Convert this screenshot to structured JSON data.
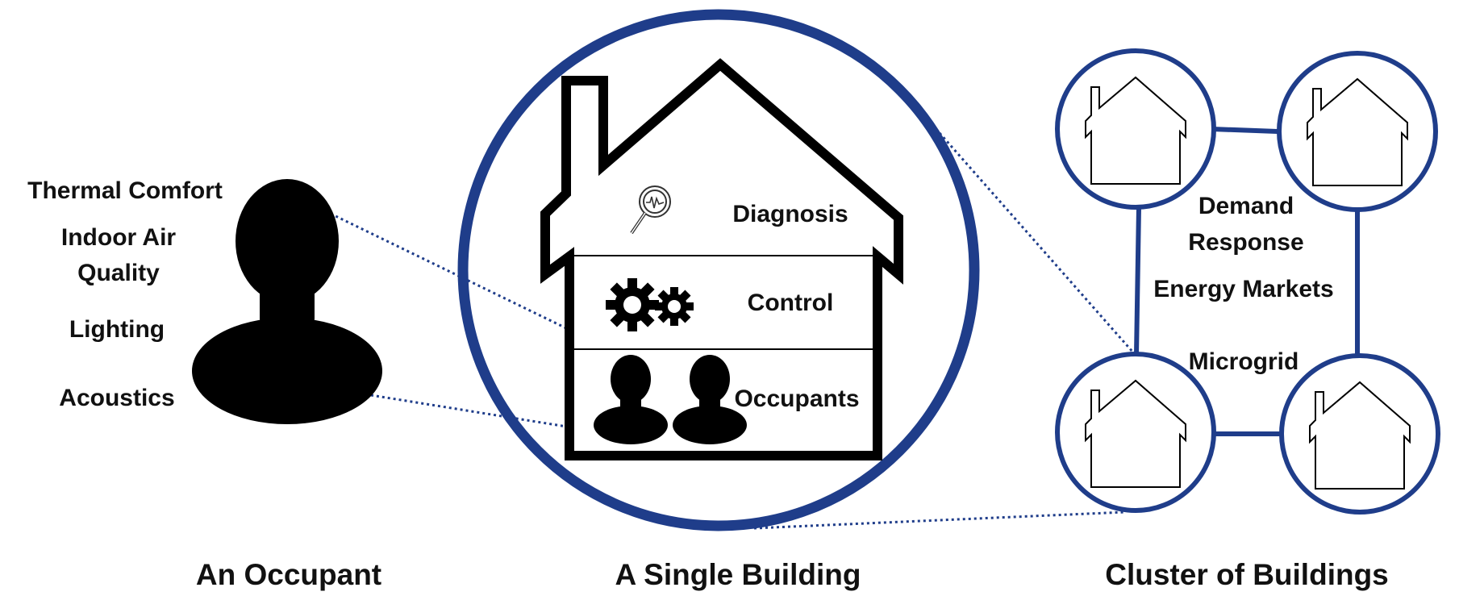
{
  "occupant": {
    "factors": [
      "Thermal Comfort",
      "Indoor Air",
      "Quality",
      "Lighting",
      "Acoustics"
    ],
    "caption": "An Occupant"
  },
  "building": {
    "layers": [
      "Diagnosis",
      "Control",
      "Occupants"
    ],
    "caption": "A Single Building"
  },
  "cluster": {
    "services": [
      "Demand",
      "Response",
      "Energy Markets",
      "Microgrid"
    ],
    "caption": "Cluster of Buildings"
  },
  "colors": {
    "accent": "#1f3d8a",
    "ink": "#000000",
    "text": "#111111"
  },
  "icons": [
    "person-silhouette-icon",
    "house-icon",
    "magnifier-icon",
    "gears-icon",
    "people-icon",
    "small-house-icon"
  ]
}
